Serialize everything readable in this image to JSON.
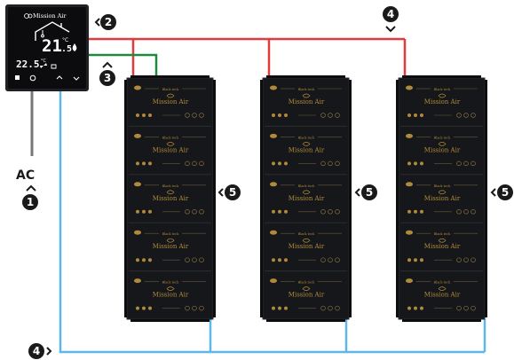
{
  "thermostat": {
    "brand": "Mission Air",
    "set_temp": "21",
    "set_decimal": ".5",
    "set_unit": "°C",
    "room_temp": "22.5",
    "room_unit": "°C"
  },
  "power": {
    "label": "AC"
  },
  "panel": {
    "brand": "Mission Air",
    "model": "Black tech"
  },
  "callouts": {
    "ac_power": "1",
    "thermostat": "2",
    "sensor_wire": "3",
    "top_pipe": "4",
    "bottom_pipe": "4",
    "heater_1": "5",
    "heater_2": "5",
    "heater_3": "5"
  },
  "colors": {
    "flow_pipe": "#e23b3b",
    "return_pipe": "#5bb8e8",
    "sensor_wire": "#1f8a3a",
    "power_cable": "#777777",
    "heater_body": "#16171a",
    "callout_badge": "#1a1a1a"
  }
}
